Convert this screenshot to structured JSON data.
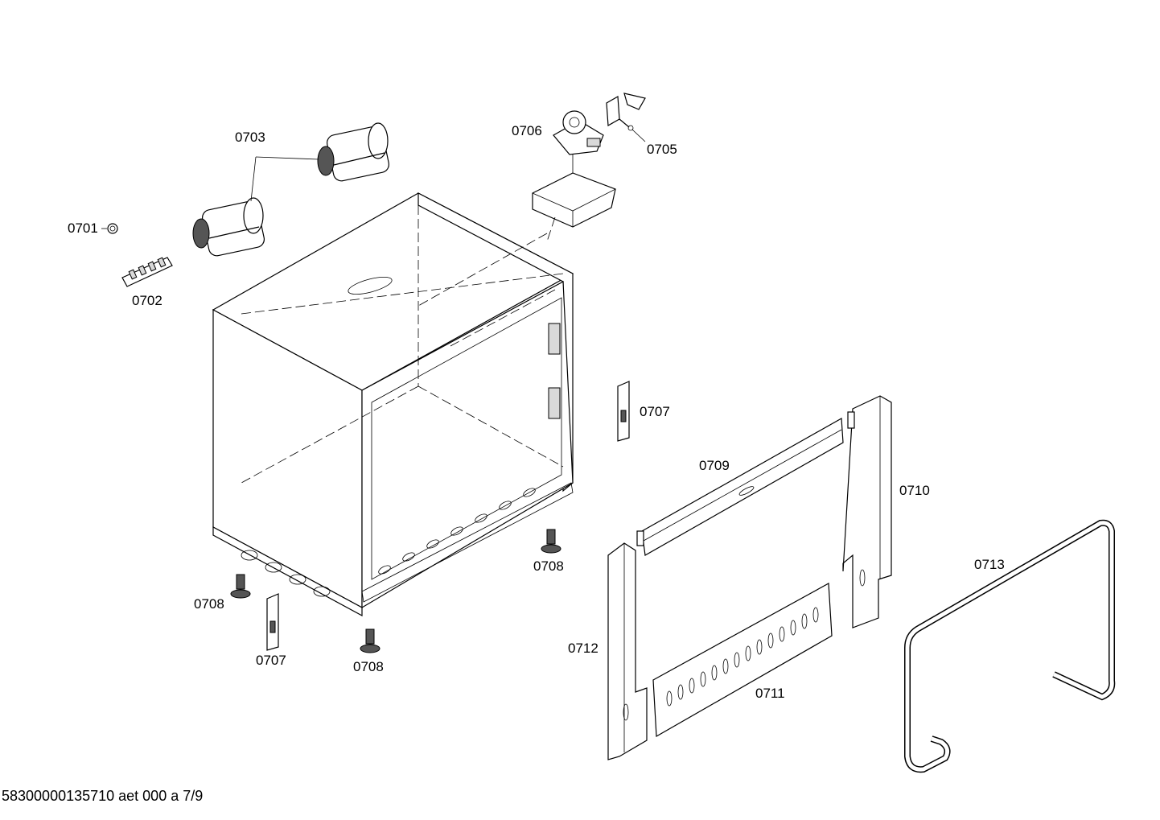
{
  "labels": {
    "l0701": "0701",
    "l0702": "0702",
    "l0703": "0703",
    "l0705": "0705",
    "l0706": "0706",
    "l0707a": "0707",
    "l0707b": "0707",
    "l0708a": "0708",
    "l0708b": "0708",
    "l0708c": "0708",
    "l0709": "0709",
    "l0710": "0710",
    "l0711": "0711",
    "l0712": "0712",
    "l0713": "0713"
  },
  "footer": "58300000135710 aet 000 a 7/9"
}
